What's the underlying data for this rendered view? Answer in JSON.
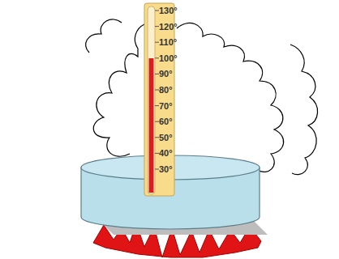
{
  "diagram": {
    "labels": [
      "130°",
      "120°",
      "110°",
      "100°",
      "90°",
      "80°",
      "70°",
      "60°",
      "50°",
      "40°",
      "30°"
    ]
  }
}
